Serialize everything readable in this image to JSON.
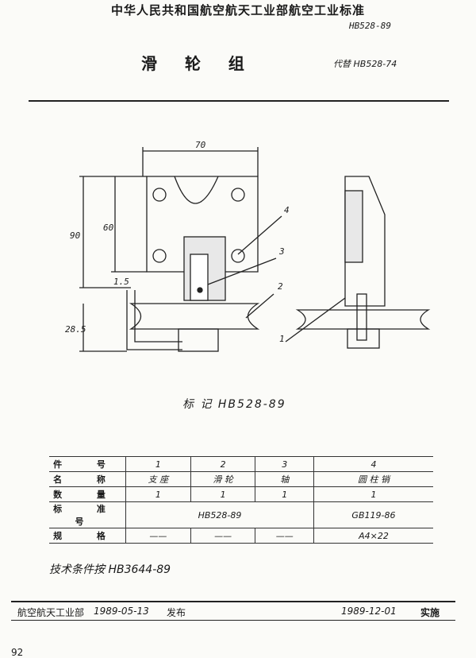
{
  "header": {
    "standard_org": "中华人民共和国航空航天工业部航空工业标准",
    "standard_number": "HB528-89",
    "title": "滑 轮 组",
    "replaces": "代替 HB528-74"
  },
  "drawing": {
    "dim_width": "70",
    "dim_height_total": "90",
    "dim_height_mid": "60",
    "dim_gap": "1.5",
    "dim_bottom": "28.5",
    "callouts": [
      "1",
      "2",
      "3",
      "4"
    ]
  },
  "marking": "标 记 HB528-89",
  "parts_table": {
    "rows": [
      {
        "label": "件 号",
        "cells": [
          "1",
          "2",
          "3",
          "4"
        ]
      },
      {
        "label": "名 称",
        "cells": [
          "支 座",
          "滑 轮",
          "轴",
          "圆 柱 销"
        ]
      },
      {
        "label": "数 量",
        "cells": [
          "1",
          "1",
          "1",
          "1"
        ]
      },
      {
        "label": "标 准 号",
        "cells": [
          "HB528-89",
          "GB119-86"
        ]
      },
      {
        "label": "规 格",
        "cells": [
          "——",
          "——",
          "——",
          "A4×22"
        ]
      }
    ]
  },
  "tech_conditions": "技术条件按 HB3644-89",
  "footer": {
    "publisher": "航空航天工业部",
    "publish_date": "1989-05-13",
    "release_label": "发布",
    "implement_date": "1989-12-01",
    "implement_label": "实施"
  },
  "page_number": "92"
}
